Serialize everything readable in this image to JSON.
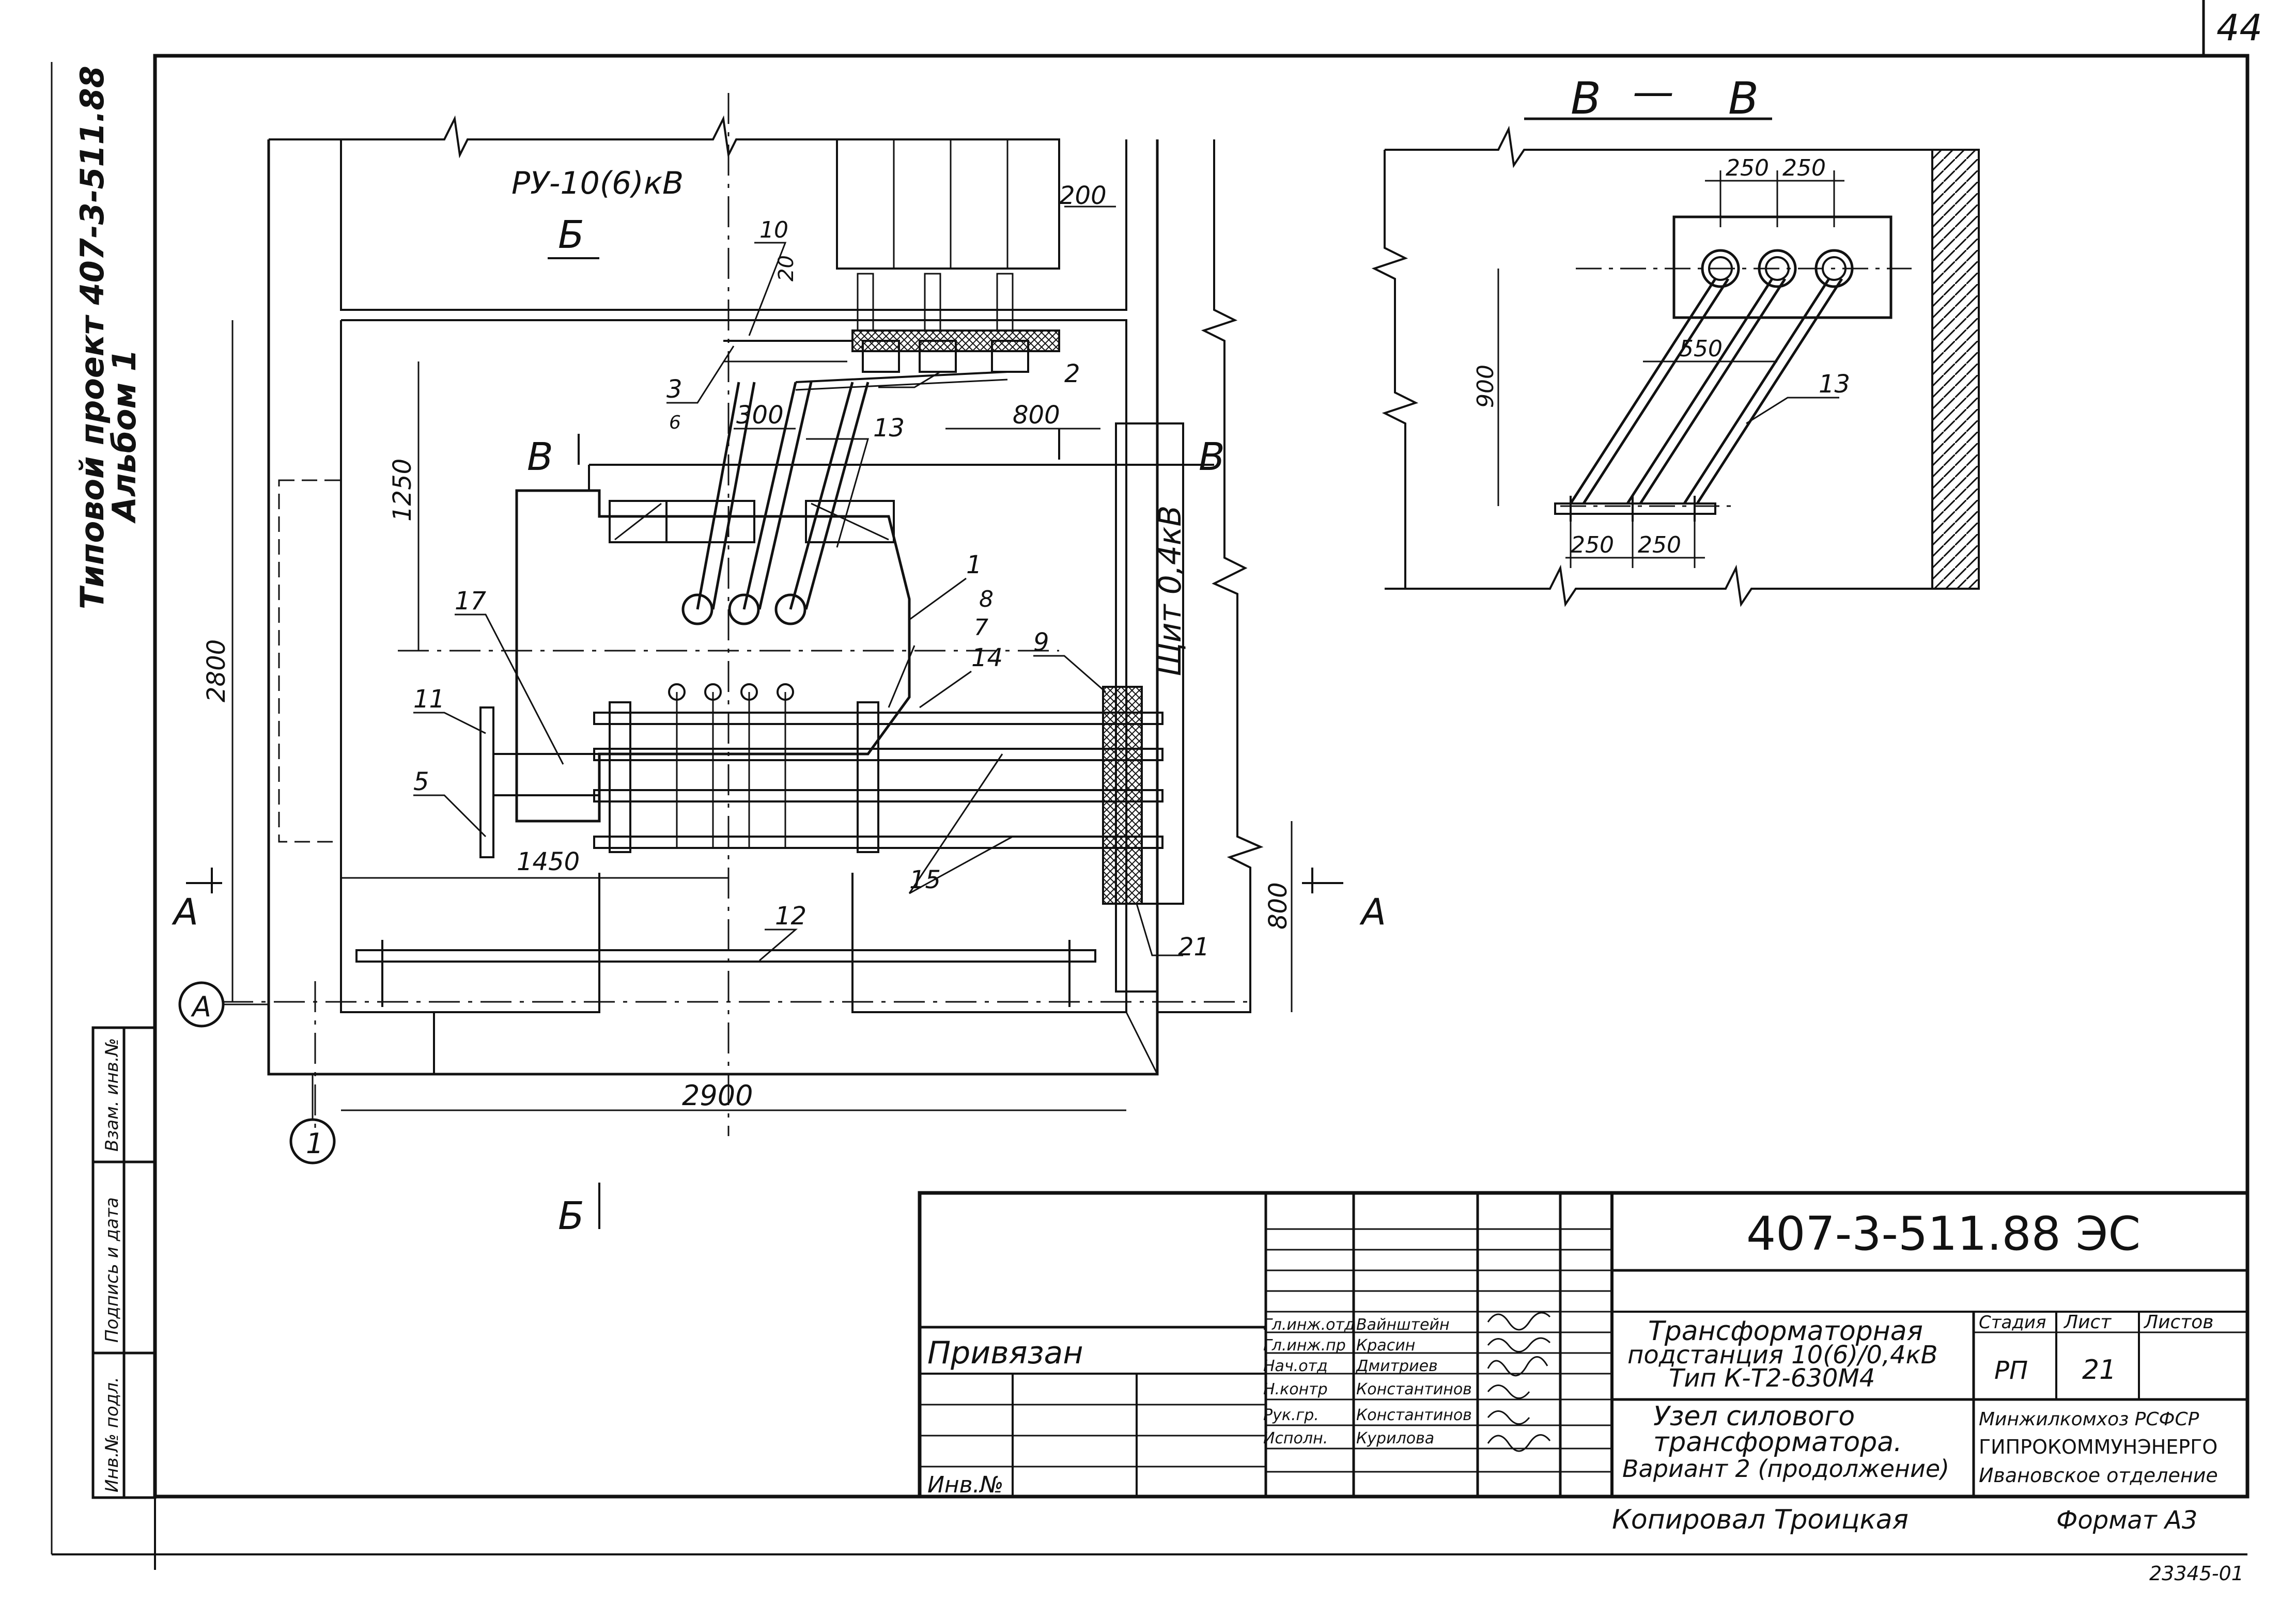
{
  "sheet_number": "44",
  "side_label": {
    "project": "Типовой проект 407-3-511.88",
    "album": "Альбом 1"
  },
  "left_stamp": {
    "inv": "Инв.№ подл.",
    "sign_date": "Подпись и дата",
    "replace": "Взам. инв.№"
  },
  "plan": {
    "ru_label": "РУ-10(6)кВ",
    "shield_label": "Щит 0,4кВ",
    "section_b": "Б",
    "section_v": "В",
    "section_a": "А",
    "axis_a": "А",
    "axis_1": "1",
    "dims": {
      "d200": "200",
      "d20": "20",
      "d300": "300",
      "d800_top": "800",
      "d1250": "1250",
      "d2800": "2800",
      "d1450": "1450",
      "d800_right": "800",
      "d2900": "2900"
    },
    "callouts": {
      "c1": "1",
      "c2": "2",
      "c3": "3",
      "c5": "5",
      "c6": "6",
      "c7": "7",
      "c8": "8",
      "c9": "9",
      "c10": "10",
      "c11": "11",
      "c12": "12",
      "c13": "13",
      "c14": "14",
      "c15": "15",
      "c17": "17",
      "c21": "21"
    }
  },
  "section_vv": {
    "title_left": "В",
    "title_dash": "—",
    "title_right": "В",
    "d250a": "250",
    "d250b": "250",
    "d550": "550",
    "d900": "900",
    "d250c": "250",
    "d250d": "250",
    "callout13": "13"
  },
  "title_block": {
    "code": "407-3-511.88 ЭС",
    "privyazan": "Привязан",
    "inv_no": "Инв.№",
    "roles": [
      "Гл.инж.отд",
      "Гл.инж.пр",
      "Нач.отд",
      "Н.контр",
      "Рук.гр.",
      "Исполн."
    ],
    "names": [
      "Вайнштейн",
      "Красин",
      "Дмитриев",
      "Константинов",
      "Константинов",
      "Курилова"
    ],
    "title_lines": [
      "Трансформаторная",
      "подстанция 10(6)/0,4кВ",
      "Тип К-Т2-630М4"
    ],
    "sheet_title_lines": [
      "Узел силового",
      "трансформатора.",
      "Вариант 2 (продолжение)"
    ],
    "stage_hdr": "Стадия",
    "sheet_hdr": "Лист",
    "sheets_hdr": "Листов",
    "stage": "РП",
    "sheet": "21",
    "org_lines": [
      "Минжилкомхоз РСФСР",
      "ГИПРОКОММУНЭНЕРГО",
      "Ивановское отделение"
    ]
  },
  "footer": {
    "copied": "Копировал Троицкая",
    "format": "Формат А3",
    "order": "23345-01"
  }
}
